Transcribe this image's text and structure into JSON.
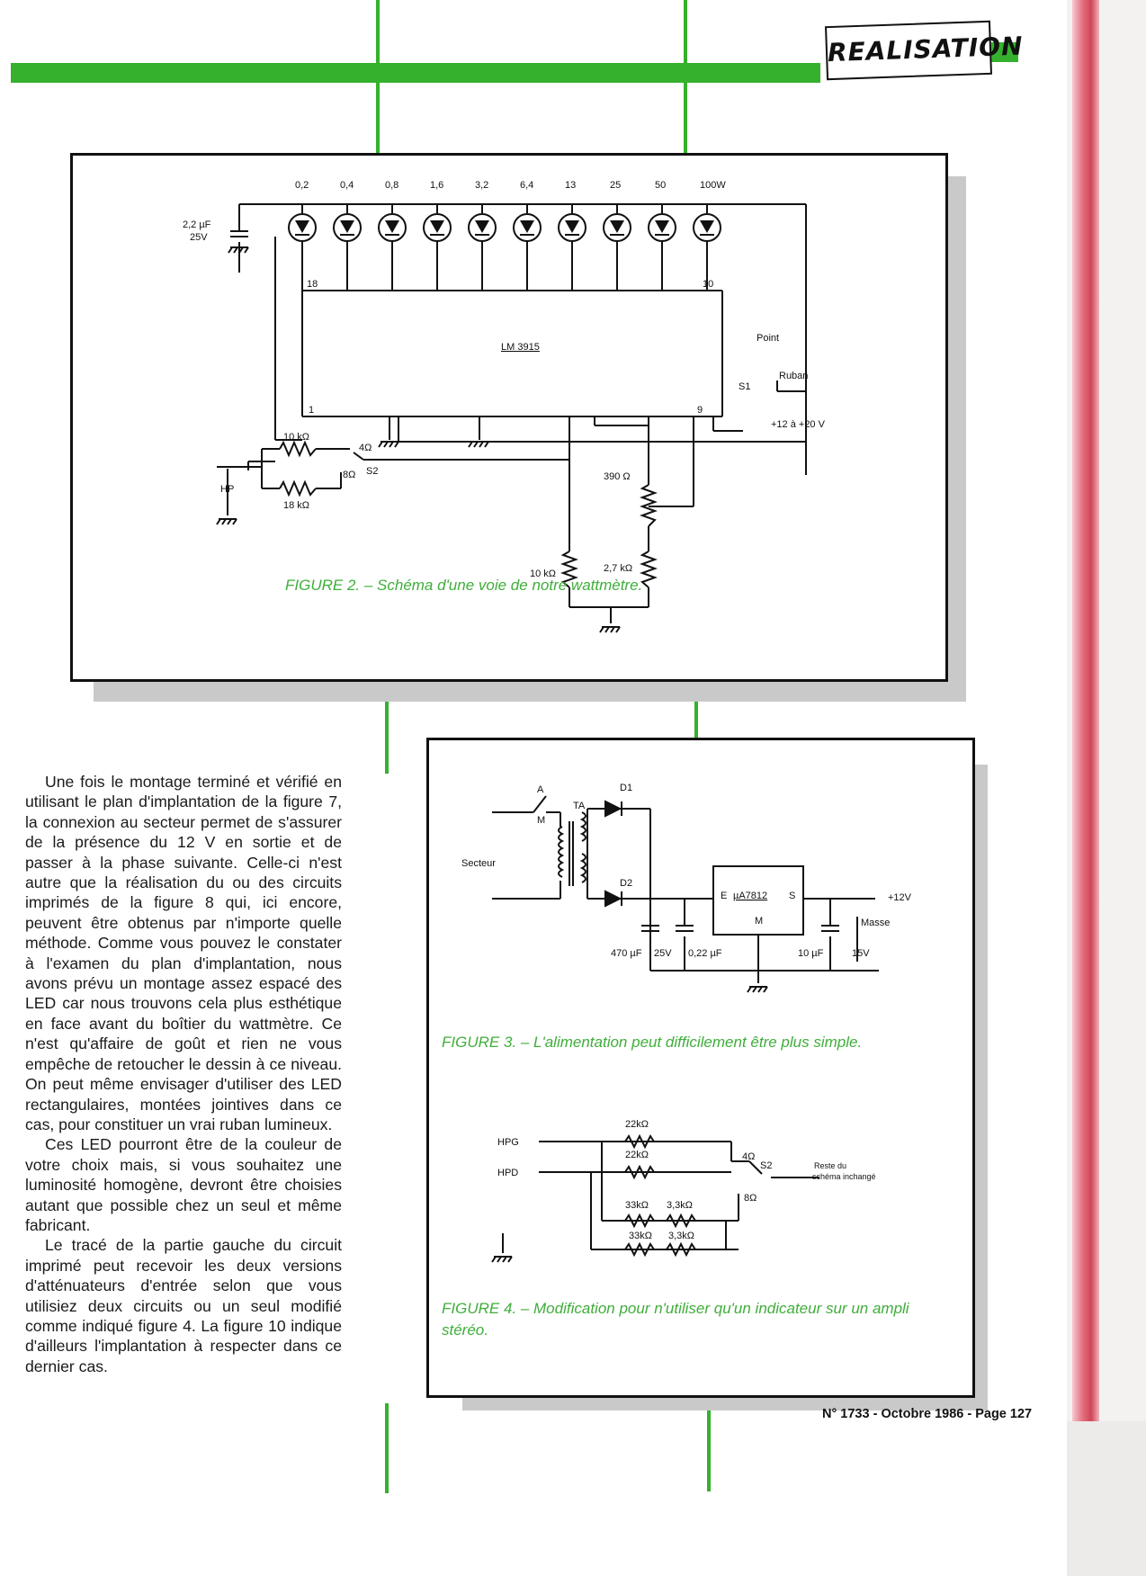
{
  "header": {
    "section": "REALISATION"
  },
  "figure2": {
    "caption": "FIGURE 2. – Schéma d'une voie de notre wattmètre.",
    "led_labels": [
      "0,2",
      "0,4",
      "0,8",
      "1,6",
      "3,2",
      "6,4",
      "13",
      "25",
      "50",
      "100W"
    ],
    "ic": "LM 3915",
    "pin_18": "18",
    "pin_10": "10",
    "pin_1": "1",
    "pin_9": "9",
    "cap_value": "2,2 µF",
    "cap_voltage": "25V",
    "switch1": "S1",
    "point": "Point",
    "ruban": "Ruban",
    "supply": "+12 à +20 V",
    "r_390": "390 Ω",
    "r_27k": "2,7 kΩ",
    "r_10k_div": "10 kΩ",
    "r_10k": "10 kΩ",
    "r_18k": "18 kΩ",
    "sw2": "S2",
    "ohm4": "4Ω",
    "ohm8": "8Ω",
    "hp": "HP"
  },
  "figure3": {
    "caption": "FIGURE 3. – L'alimentation peut difficilement être plus simple.",
    "a": "A",
    "m": "M",
    "ta": "TA",
    "secteur": "Secteur",
    "d1": "D1",
    "d2": "D2",
    "regulator": "µA7812",
    "e": "E",
    "s": "S",
    "mm": "M",
    "out": "+12V",
    "masse": "Masse",
    "c1": "470 µF",
    "c1v": "25V",
    "c2": "0,22 µF",
    "c3": "10 µF",
    "c3v": "15V"
  },
  "figure4": {
    "caption": "FIGURE 4. – Modification pour n'utiliser qu'un indicateur sur un ampli stéréo.",
    "hpg": "HPG",
    "hpd": "HPD",
    "r22a": "22kΩ",
    "r22b": "22kΩ",
    "r33a": "33kΩ",
    "r33ka": "3,3kΩ",
    "r33b": "33kΩ",
    "r33kb": "3,3kΩ",
    "s2": "S2",
    "o4": "4Ω",
    "o8": "8Ω",
    "note1": "Reste du",
    "note2": "schéma inchangé"
  },
  "body": {
    "p1": "Une fois le montage terminé et vérifié en utilisant le plan d'implantation de la figure 7, la connexion au secteur permet de s'assurer de la présence du 12 V en sortie et de passer à la phase suivante. Celle-ci n'est autre que la réalisation du ou des circuits imprimés de la figure 8 qui, ici encore, peuvent être obtenus par n'importe quelle méthode. Comme vous pouvez le constater à l'examen du plan d'implantation, nous avons prévu un montage assez espacé des LED car nous trouvons cela plus esthétique en face avant du boîtier du wattmètre. Ce n'est qu'affaire de goût et rien ne vous empêche de retoucher le dessin à ce niveau. On peut même envisager d'utiliser des LED rectangulaires, montées jointives dans ce cas, pour constituer un vrai ruban lumineux.",
    "p2": "Ces LED pourront être de la couleur de votre choix mais, si vous souhaitez une luminosité homogène, devront être choisies autant que possible chez un seul et même fabricant.",
    "p3": "Le tracé de la partie gauche du circuit imprimé peut recevoir les deux versions d'atténuateurs d'entrée selon que vous utilisiez deux circuits ou un seul modifié comme indiqué figure 4. La figure 10 indique d'ailleurs l'implantation à respecter dans ce dernier cas."
  },
  "footer": {
    "text": "N° 1733 - Octobre 1986 - Page 127"
  }
}
